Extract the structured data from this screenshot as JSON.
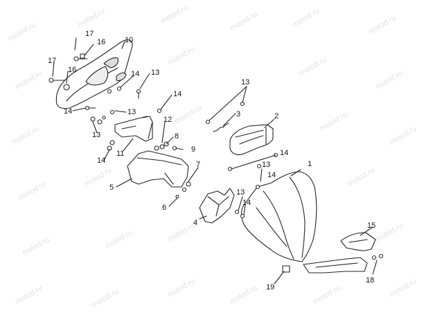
{
  "diagram": {
    "watermark": "motod.ru",
    "line_color": "#222222",
    "fill_color": "#ffffff",
    "shade_color": "#d9d9d9",
    "callouts": {
      "c1": "1",
      "c2": "2",
      "c3": "3",
      "c4": "4",
      "c5": "5",
      "c6": "6",
      "c7": "7",
      "c8": "8",
      "c9": "9",
      "c10": "10",
      "c11": "11",
      "c12": "12",
      "c13a": "13",
      "c13b": "13",
      "c13c": "13",
      "c13d": "13",
      "c13e": "13",
      "c14a": "14",
      "c14b": "14",
      "c14c": "14",
      "c14d": "14",
      "c14e": "14",
      "c14f": "14",
      "c14g": "14",
      "c15": "15",
      "c16a": "16",
      "c16b": "16",
      "c17a": "17",
      "c17b": "17",
      "c18": "18",
      "c19": "19"
    }
  }
}
